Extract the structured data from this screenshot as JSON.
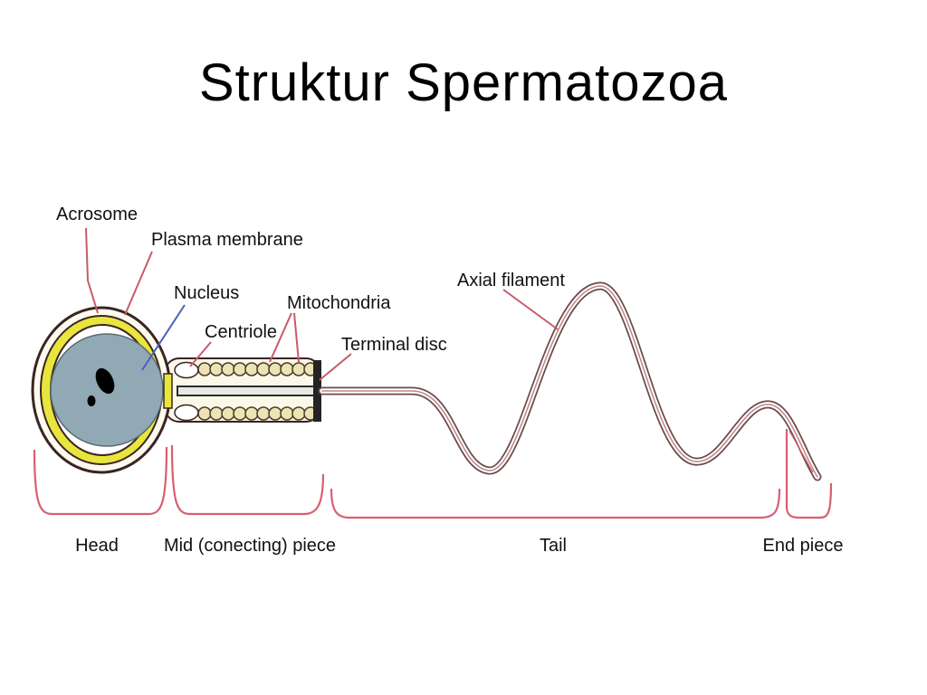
{
  "title": "Struktur Spermatozoa",
  "labels": {
    "acrosome": "Acrosome",
    "plasma_membrane": "Plasma membrane",
    "nucleus": "Nucleus",
    "centriole": "Centriole",
    "mitochondria": "Mitochondria",
    "terminal_disc": "Terminal disc",
    "axial_filament": "Axial filament"
  },
  "regions": {
    "head": "Head",
    "mid_piece": "Mid (conecting) piece",
    "tail": "Tail",
    "end_piece": "End piece"
  },
  "colors": {
    "background": "#ffffff",
    "leader_line": "#c75b6b",
    "nucleus_leader": "#4a5fc0",
    "bracket": "#d95f72",
    "acrosome_fill": "#e8e63c",
    "nucleus_fill": "#90a9b4",
    "membrane_outline": "#3a2424",
    "mitochondria_fill": "#ece4b4",
    "tail_outline": "#6b4a4a",
    "terminal_disc_fill": "#242424"
  }
}
